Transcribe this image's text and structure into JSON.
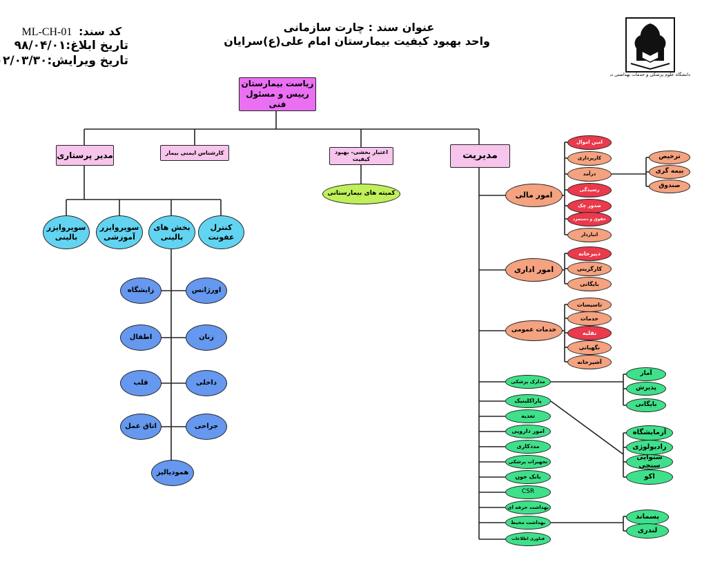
{
  "header": {
    "doc_code_label": "کد سند:",
    "doc_code_value": "ML-CH-01",
    "issue_date": "تاریخ ابلاغ:۹۸/۰۴/۰۱",
    "revision_date": "تاریخ ویرایش:۰۲/۰۳/۳۰",
    "title_line1": "عنوان سند : چارت سازمانی",
    "title_line2": "واحد بهبود کیفیت بیمارستان امام علی(ع)سرایان",
    "logo_caption": "دانشگاه علوم پزشکی و خدمات بهداشتی درمانی بیرجند"
  },
  "chart": {
    "root": "ریاست بیمارستان\nرییس و مسئول فنی",
    "top_level": {
      "nursing": "مدیر پرستاری",
      "safety": "کارشناس ایمنی بیمار",
      "accreditation": "اعتبار بخشی- بهبود کیفیت",
      "management": "مدیریت"
    },
    "committees": "کمیته های بیمارستانی",
    "nursing_children": {
      "infection": "کنترل عفونت",
      "wards": "بخش های\nبالینی",
      "edu_supervisor": "سوپروایزر\nآموزشی",
      "clin_supervisor": "سوپروایزر\nبالینی"
    },
    "wards": {
      "emergency": "اورژانس",
      "women": "زنان",
      "internal": "داخلی",
      "surgery": "جراحی",
      "hemodialysis": "همودیالیز",
      "maternity": "زایشگاه",
      "pediatrics": "اطفال",
      "cardiac": "قلب",
      "operating_room": "اتاق عمل"
    },
    "finance": {
      "label": "امور مالی",
      "items": [
        "امین اموال",
        "کارپردازی",
        "درآمد",
        "رسیدگی",
        "صدور چک",
        "حقوق و دستمزد",
        "انباردار"
      ],
      "revenue_children": [
        "ترخیص",
        "بیمه گری",
        "صندوق"
      ]
    },
    "admin": {
      "label": "امور اداری",
      "items": [
        "دبیرخانه",
        "کارگزینی",
        "بایگانی"
      ]
    },
    "general": {
      "label": "خدمات عمومی",
      "items": [
        "تاسیسات",
        "خدمات",
        "نقلیه",
        "نگهبانی",
        "آشپزخانه"
      ]
    },
    "management_list": [
      "مدارک پزشکی",
      "پاراکلینیک",
      "تغذیه",
      "امور دارویی",
      "مددکاری",
      "تجهیزات پزشکی",
      "بانک خون",
      "CSR",
      "بهداشت حرفه ای",
      "بهداشت محیط",
      "فناوری اطلاعات"
    ],
    "medical_records_children": [
      "آمار",
      "پذیرش",
      "بایگانی"
    ],
    "paraclinic_children": [
      "آزمایشگاه",
      "رادیولوژی",
      "شنوایی سنجی",
      "اکو"
    ],
    "env_health_children": [
      "پسماند",
      "لندری"
    ]
  }
}
